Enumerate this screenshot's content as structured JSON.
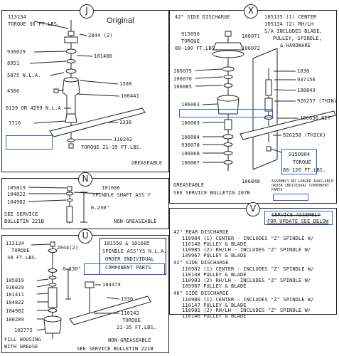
{
  "panel_j": {
    "letter": "J",
    "title": "Original",
    "labels": {
      "p113134": "113134",
      "torque30": "TORQUE 30 FT.LBS.",
      "p2844": "2844 (2)",
      "p936029": "936029",
      "p101480": "101480",
      "p8951": "8951",
      "p5875": "5875 N.L.A.",
      "p1508": "1508",
      "p4566": "4566",
      "p100441": "100441",
      "p8139": "8139 OR 4299 N.L.A.",
      "p3716": "3716",
      "p1336": "1336",
      "p110242": "110242",
      "torque21": "TORQUE 21-35 FT.LBS.",
      "greaseable": "GREASEABLE"
    }
  },
  "panel_x": {
    "letter": "X",
    "header": "42\" SIDE DISCHARGE",
    "center_note": "105135 (1) CENTER",
    "rh_note": "105134 (2) RH/LH",
    "sa_note": "S/A INCLUDES BLADE,",
    "pulley_note": "PULLEY, SPINDLE,",
    "hardware_note": "& HARDWARE",
    "labels": {
      "p915090": "915090",
      "torque80": "TORQUE",
      "torque80b": "80-100 FT.LBS.",
      "p106071": "106071",
      "p106072": "106072",
      "p106075": "106075",
      "p106070": "106070",
      "p106085": "106085",
      "p106063": "106063",
      "p106069": "106069",
      "p106084": "106084",
      "p936078": "936078",
      "p106068": "106068",
      "p106067": "106067",
      "p1030": "1030",
      "p937156": "937156",
      "p108849": "108849",
      "p920257": "920257 (THIN)",
      "p106636": "106636 KIT",
      "p920258": "920258 (THICK)",
      "p9150904": "9150904",
      "torque80120": "TORQUE",
      "torque80120b": "80-120 FT.LBS.",
      "p106848": "106848",
      "nla": "ASSEMBLY NO LONGER AVAILABLE -",
      "nla2": "ORDER INDIVIDUAL COMPONENT",
      "nla3": "PARTS",
      "greaseable": "GREASEABLE",
      "bulletin": "SEE SERVICE BULLETIN 207B"
    }
  },
  "panel_n": {
    "letter": "N",
    "labels": {
      "p105819": "105819",
      "p101686": "101686",
      "spindle": "SPINDLE SHAFT ASS'Y",
      "p104822": "104822",
      "p104982": "104982",
      "dim": "6.230\"",
      "see": "SEE SERVICE",
      "bulletin": "BULLETIN 221B",
      "nongrease": "NON-GREASEABLE"
    }
  },
  "panel_v": {
    "letter": "V",
    "service1": "SERVICE ASSEMBLY",
    "service2": "FOR UPDATE SEE BELOW",
    "sections": [
      {
        "header": "42\" REAR DISCHARGE",
        "lines": [
          "110984 (1) CENTER - INCLUDES \"Z\" SPINDLE W/",
          "                    110148 PULLEY & BLADE",
          "110985 (2) RH/LH - INCLUDES \"Z\" SPINDLE W/",
          "                    109967 PULLEY & BLADE"
        ]
      },
      {
        "header": "42\" SIDE DISCHARGE",
        "lines": [
          "110982 (1) CENTER - INCLUDES \"Z\" SPINDLE W/",
          "                    110148 PULLEY & BLADE",
          "110983 (2) RH/LH - INCLUDES \"Z\" SPINDLE W/",
          "                    109967 PULLEY & BLADE"
        ]
      },
      {
        "header": "46\" SIDE DISCHARGE",
        "lines": [
          "110980 (1) CENTER - INCLUDES \"Z\" SPINDLE W/",
          "                    110147 PULLEY & BLADE",
          "110981 (2) RH/LH - INCLUDES \"Z\" SPINDLE W/",
          "                    110146 PULLEY & BLADE"
        ]
      }
    ]
  },
  "panel_u": {
    "letter": "U",
    "note1": "101550 & 101685",
    "note2": "SPINDLE ASS'YS N.L.A.",
    "note3": "ORDER INDIVIDUAL",
    "note4": "COMPONENT PARTS",
    "labels": {
      "p113134": "113134",
      "torque30": "TORQUE",
      "torque30b": "30 FT.LBS.",
      "p2844": "2844(2)",
      "dim": "6.230\"",
      "p105819": "105819",
      "p936029": "936029",
      "p101411": "101411",
      "p104822": "104822",
      "p104982": "104982",
      "p100289": "100289",
      "p102775": "102775",
      "fill": "FILL HOUSING",
      "fill2": "WITH GREASE",
      "p104374": "104374",
      "p1336": "1336",
      "p110242": "110242",
      "torque21": "TORQUE",
      "torque21b": "21-35 FT.LBS.",
      "nongrease": "NON-GREASEABLE",
      "bulletin": "SEE SERVICE BULLETIN 221B"
    }
  },
  "colors": {
    "ink": "#1a1a1a",
    "annotation_blue": "#3b56d6"
  }
}
